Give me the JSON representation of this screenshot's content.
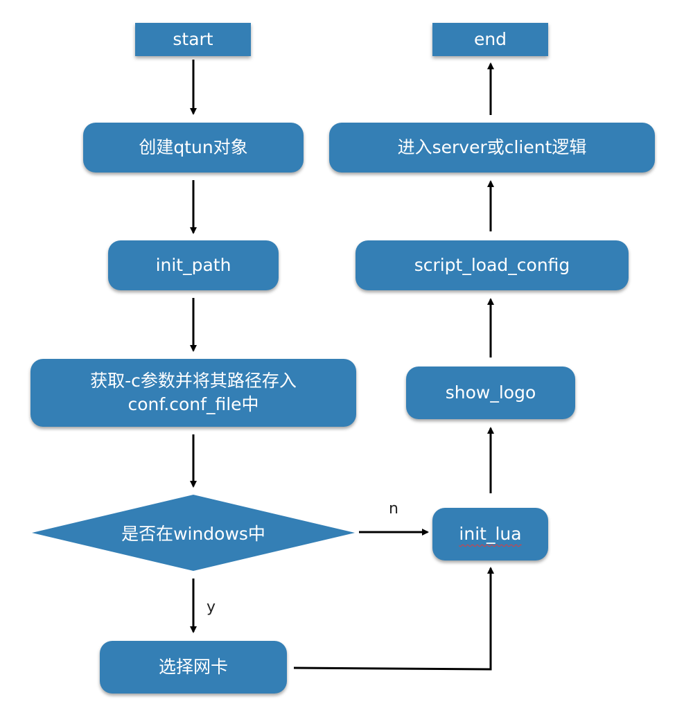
{
  "diagram": {
    "type": "flowchart",
    "colors": {
      "node_fill": "#347fb5",
      "node_text": "#ffffff",
      "edge": "#000000",
      "spellcheck_underline": "#e23b3b"
    },
    "nodes": {
      "start": "start",
      "create_qtun": "创建qtun对象",
      "init_path": "init_path",
      "get_c_line1": "获取-c参数并将其路径存入",
      "get_c_line2": "conf.conf_file中",
      "is_windows": "是否在windows中",
      "select_nic": "选择网卡",
      "init_lua": "init_lua",
      "show_logo": "show_logo",
      "script_load_config": "script_load_config",
      "enter_logic": "进入server或client逻辑",
      "end": "end"
    },
    "edge_labels": {
      "no": "n",
      "yes": "y"
    },
    "edges": [
      [
        "start",
        "create_qtun"
      ],
      [
        "create_qtun",
        "init_path"
      ],
      [
        "init_path",
        "get_c"
      ],
      [
        "get_c",
        "is_windows"
      ],
      [
        "is_windows",
        "init_lua",
        "n"
      ],
      [
        "is_windows",
        "select_nic",
        "y"
      ],
      [
        "select_nic",
        "init_lua"
      ],
      [
        "init_lua",
        "show_logo"
      ],
      [
        "show_logo",
        "script_load_config"
      ],
      [
        "script_load_config",
        "enter_logic"
      ],
      [
        "enter_logic",
        "end"
      ]
    ]
  }
}
